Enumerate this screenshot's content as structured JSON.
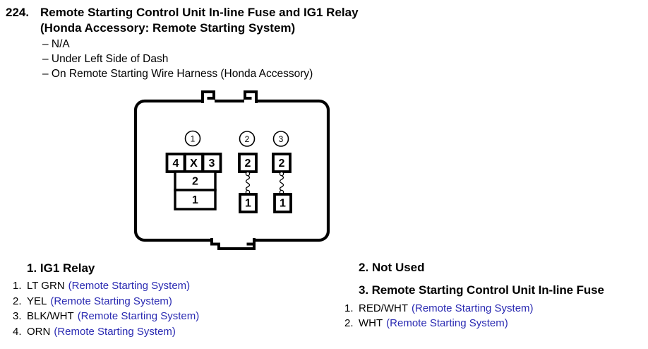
{
  "header": {
    "number": "224.",
    "title": "Remote Starting Control Unit In-line Fuse and IG1 Relay",
    "subtitle": "(Honda Accessory: Remote Starting System)",
    "locations": [
      "– N/A",
      "– Under Left Side of Dash",
      "– On Remote Starting Wire Harness (Honda Accessory)"
    ]
  },
  "diagram": {
    "groups": [
      {
        "number": "1",
        "pins": [
          "4",
          "X",
          "3",
          "2",
          "1"
        ]
      },
      {
        "number": "2",
        "pins": [
          "2",
          "1"
        ]
      },
      {
        "number": "3",
        "pins": [
          "2",
          "1"
        ]
      }
    ]
  },
  "legend": {
    "left": {
      "heading": "1. IG1 Relay",
      "items": [
        {
          "num": "1.",
          "wire": "LT GRN",
          "link": "(Remote Starting System)"
        },
        {
          "num": "2.",
          "wire": "YEL",
          "link": "(Remote Starting System)"
        },
        {
          "num": "3.",
          "wire": "BLK/WHT",
          "link": "(Remote Starting System)"
        },
        {
          "num": "4.",
          "wire": "ORN",
          "link": "(Remote Starting System)"
        }
      ]
    },
    "right": {
      "heading_not_used": "2. Not Used",
      "heading_fuse": "3. Remote Starting Control Unit In-line Fuse",
      "items": [
        {
          "num": "1.",
          "wire": "RED/WHT",
          "link": "(Remote Starting System)"
        },
        {
          "num": "2.",
          "wire": "WHT",
          "link": "(Remote Starting System)"
        }
      ]
    }
  },
  "colors": {
    "ink": "#000000",
    "paper": "#ffffff",
    "link_blue": "#2a2ab2"
  }
}
